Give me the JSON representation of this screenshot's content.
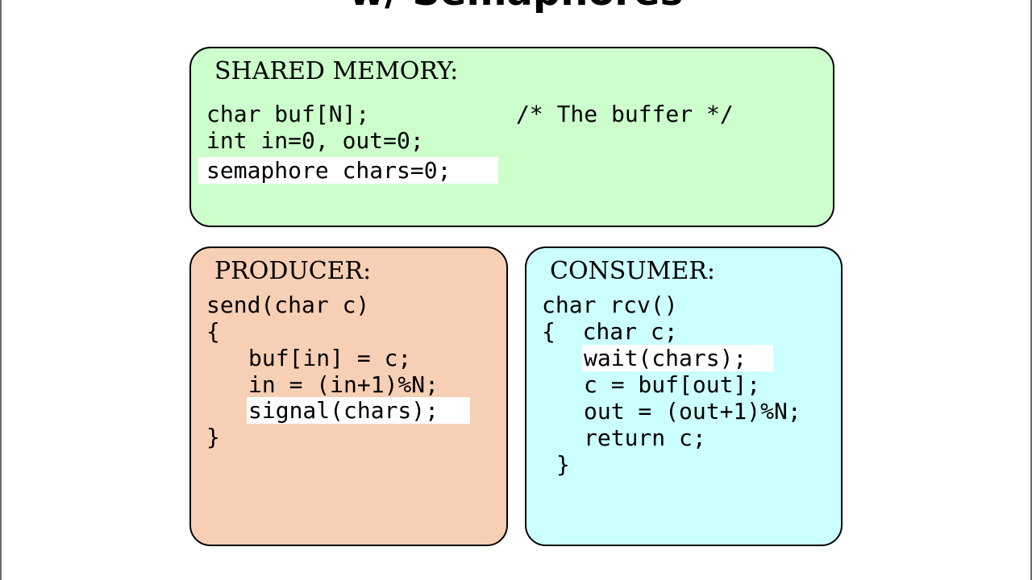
{
  "title": "w/ Semaphores",
  "shared": {
    "heading": "SHARED MEMORY:",
    "lines": [
      "char buf[N];",
      "int in=0, out=0;"
    ],
    "comment": "/* The buffer */",
    "highlight": "semaphore chars=0;"
  },
  "producer": {
    "heading": "PRODUCER:",
    "line1": "send(char c)",
    "line2": "{",
    "line3": "buf[in] = c;",
    "line4": "in = (in+1)%N;",
    "highlight": "signal(chars);",
    "line6": "}"
  },
  "consumer": {
    "heading": "CONSUMER:",
    "line1": "char rcv()",
    "line2": "{  char c;",
    "highlight": "wait(chars);",
    "line4": "c = buf[out];",
    "line5": "out = (out+1)%N;",
    "line6": "return c;",
    "line7": "}"
  },
  "colors": {
    "shared_bg": "#ccffcc",
    "producer_bg": "#f7cfb5",
    "consumer_bg": "#ccffff",
    "highlight_bg": "#ffffff"
  }
}
